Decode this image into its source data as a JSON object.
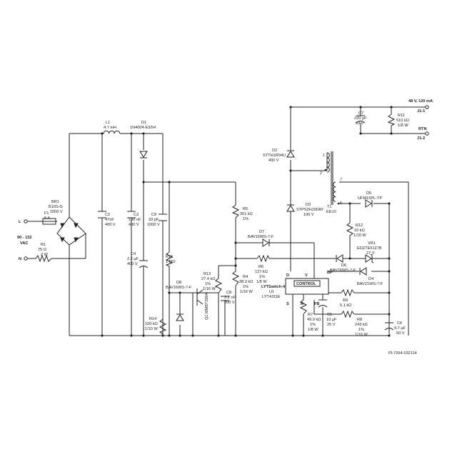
{
  "input": {
    "voltage": "90 - 132",
    "unit": "VAC",
    "line": "L",
    "neutral": "N"
  },
  "output": {
    "rating": "48 V, 120 mA",
    "pos": "J1-1",
    "rtn": "RTN",
    "neg": "J1-2"
  },
  "F1": [
    "F1",
    "5 A"
  ],
  "R1": [
    "R1",
    "75 Ω",
    "2 W"
  ],
  "BR1": [
    "BR1",
    "B10S-G",
    "1000 V"
  ],
  "L1": [
    "L1",
    "4.7 mH"
  ],
  "D1": [
    "D1",
    "1N4004-E3/54"
  ],
  "C2": [
    "C2",
    "47nF",
    "400 V"
  ],
  "C3": [
    "C3",
    "100 nF",
    "400 V"
  ],
  "C4": [
    "C4",
    "2.2 µF",
    "400 V"
  ],
  "C9": [
    "C9",
    "33 pF",
    "1000 V"
  ],
  "R15": [
    "R15",
    "1 MΩ"
  ],
  "R14": [
    "R14",
    "100 kΩ",
    "1/10 W"
  ],
  "D8": [
    "D8",
    "BAV16WS-7-F"
  ],
  "Q1": "Q1 MMBT3904",
  "R13": [
    "R13",
    "27.4 kΩ",
    "1%",
    "1/16 W"
  ],
  "C8": [
    "C8",
    "2.2 nF",
    "200 V"
  ],
  "R4": [
    "R4",
    "38.3 kΩ",
    "1%",
    "1/16 W"
  ],
  "R5": [
    "R5",
    "301 kΩ",
    "1%"
  ],
  "D7": [
    "D7",
    "BAV16WS-7-F"
  ],
  "R6": [
    "R6",
    "127 kΩ",
    "1%",
    "1/8 W"
  ],
  "D2": [
    "D2",
    "STTH1R04U",
    "400 V"
  ],
  "D3": [
    "D3",
    "STPS2H100AY",
    "100 V"
  ],
  "T1": [
    "T1",
    "EE10"
  ],
  "pins": {
    "p1": "1",
    "p2": "2",
    "p7": "7",
    "p6": "6"
  },
  "D5": [
    "D5",
    "UFM15PL-TP"
  ],
  "R12": [
    "R12",
    "10 kΩ",
    "1/10 W"
  ],
  "VR1": [
    "VR1",
    "EDZTE6127B",
    "27 V"
  ],
  "D6": [
    "D6",
    "BAV16WS-7-F"
  ],
  "U1": {
    "family": "LYTSwitch-4",
    "ref": "U1",
    "part": "LYT4311E",
    "block": "CONTROL",
    "pins": [
      "D",
      "V",
      "BP",
      "S",
      "R",
      "FB"
    ]
  },
  "D4": [
    "D4",
    "BAV21WS-7-F"
  ],
  "R9": [
    "R9",
    "5.1 kΩ"
  ],
  "R8": [
    "R8",
    "243 kΩ",
    "1%",
    "1/16 W"
  ],
  "R7": [
    "R7",
    "49.9 kΩ",
    "1%",
    "1/8 W"
  ],
  "C5": [
    "C5",
    "10 µF",
    "25 V"
  ],
  "C6": [
    "C6",
    "4.7 µF",
    "50 V"
  ],
  "C7": [
    "C7",
    "220 µF",
    "63 V"
  ],
  "R11": [
    "R11",
    "510 kΩ",
    "1/8 W"
  ],
  "footer": "PI-7264-032114"
}
